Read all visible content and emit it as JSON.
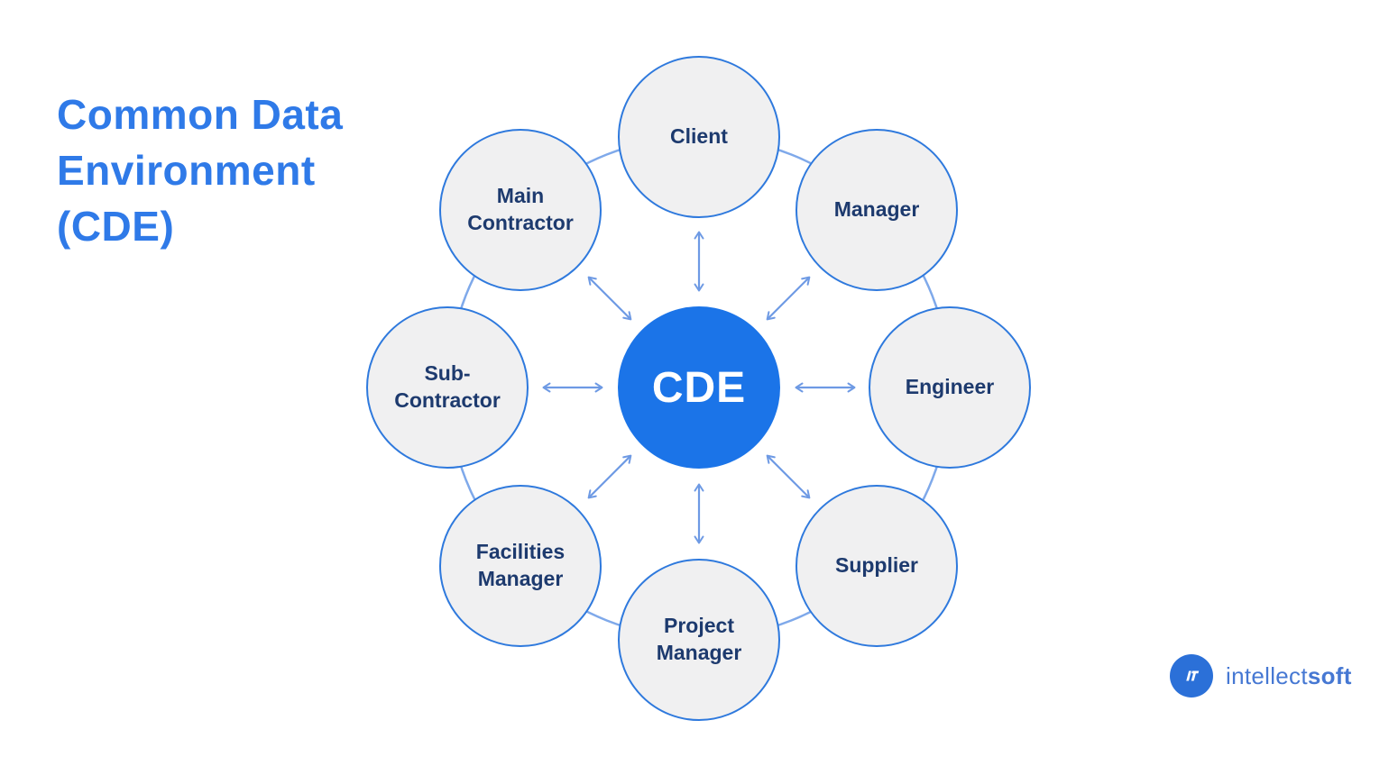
{
  "title": "Common Data\nEnvironment\n(CDE)",
  "diagram": {
    "type": "hub-and-spoke",
    "center": {
      "label": "CDE"
    },
    "nodes": [
      {
        "label": "Client"
      },
      {
        "label": "Manager"
      },
      {
        "label": "Engineer"
      },
      {
        "label": "Supplier"
      },
      {
        "label": "Project Manager"
      },
      {
        "label": "Facilities Manager"
      },
      {
        "label": "Sub-Contractor"
      },
      {
        "label": "Main Contractor"
      }
    ],
    "links": [
      {
        "from": "CDE",
        "to": "Client",
        "style": "double-arrow"
      },
      {
        "from": "CDE",
        "to": "Manager",
        "style": "double-arrow"
      },
      {
        "from": "CDE",
        "to": "Engineer",
        "style": "double-arrow"
      },
      {
        "from": "CDE",
        "to": "Supplier",
        "style": "double-arrow"
      },
      {
        "from": "CDE",
        "to": "Project Manager",
        "style": "double-arrow"
      },
      {
        "from": "CDE",
        "to": "Facilities Manager",
        "style": "double-arrow"
      },
      {
        "from": "CDE",
        "to": "Sub-Contractor",
        "style": "double-arrow"
      },
      {
        "from": "CDE",
        "to": "Main Contractor",
        "style": "double-arrow"
      },
      {
        "from": "outer-ring",
        "to": "all-nodes",
        "style": "ring"
      }
    ]
  },
  "logo": {
    "icon": "intellectsoft-mark",
    "text_regular": "intellect",
    "text_bold": "soft"
  },
  "colors": {
    "title": "#2F7AE8",
    "center_fill": "#1B74E8",
    "center_text": "#FFFFFF",
    "node_fill": "#F0F0F1",
    "node_stroke": "#2E79DD",
    "node_text": "#1D3A6E",
    "arrow": "#6E9AE4",
    "ring": "#7FA9EA",
    "logo_circle": "#2B70D8",
    "logo_text": "#4678D3",
    "background": "#FFFFFF"
  }
}
